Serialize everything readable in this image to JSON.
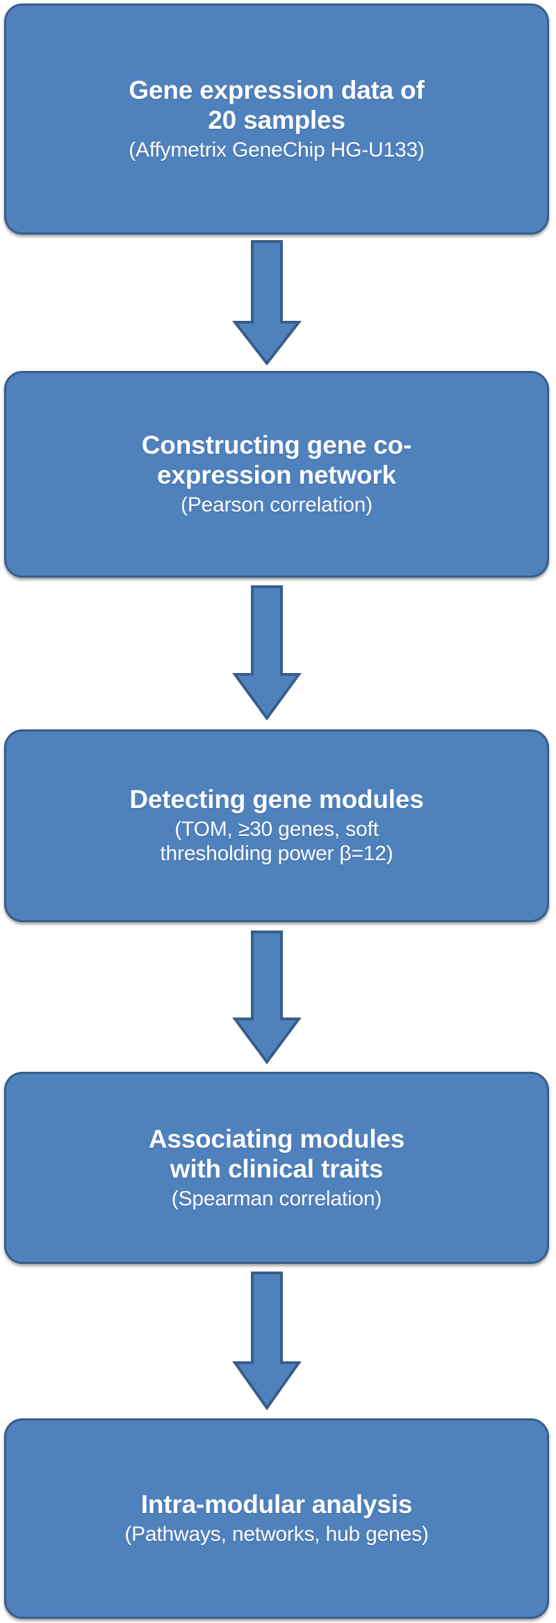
{
  "figure": {
    "kind": "flowchart",
    "orientation": "vertical top-to-bottom",
    "background_color": "#FFFFFF",
    "node_fill_color": "#4F81BD",
    "node_border_color": "#385D8A",
    "node_text_color": "#FFFFFF",
    "arrow_fill_color": "#4F81BD",
    "arrow_border_color": "#385D8A"
  },
  "nodes": [
    {
      "id": "gene-expression-data",
      "title": "Gene expression data of 20 samples",
      "title_lines": [
        "Gene expression data of",
        "20 samples"
      ],
      "subtitle": "(Affymetrix GeneChip HG-U133)"
    },
    {
      "id": "constructing-network",
      "title": "Constructing gene co-expression network",
      "title_lines": [
        "Constructing gene co-",
        "expression network"
      ],
      "subtitle": "(Pearson correlation)"
    },
    {
      "id": "detecting-modules",
      "title": "Detecting gene modules",
      "title_lines": [
        "Detecting gene modules"
      ],
      "subtitle": "(TOM, ≥30 genes, soft thresholding power β=12)",
      "subtitle_lines": [
        "(TOM, ≥30 genes, soft",
        "thresholding power β=12)"
      ]
    },
    {
      "id": "associating-modules",
      "title": "Associating modules with clinical traits",
      "title_lines": [
        "Associating  modules",
        "with clinical traits"
      ],
      "subtitle": "(Spearman correlation)"
    },
    {
      "id": "intra-modular-analysis",
      "title": "Intra-modular analysis",
      "title_lines": [
        "Intra-modular analysis"
      ],
      "subtitle": "(Pathways, networks, hub genes)"
    }
  ],
  "connectors": [
    {
      "id": "arrow-1",
      "icon": "down-arrow-icon",
      "from": "gene-expression-data",
      "to": "constructing-network"
    },
    {
      "id": "arrow-2",
      "icon": "down-arrow-icon",
      "from": "constructing-network",
      "to": "detecting-modules"
    },
    {
      "id": "arrow-3",
      "icon": "down-arrow-icon",
      "from": "detecting-modules",
      "to": "associating-modules"
    },
    {
      "id": "arrow-4",
      "icon": "down-arrow-icon",
      "from": "associating-modules",
      "to": "intra-modular-analysis"
    }
  ]
}
